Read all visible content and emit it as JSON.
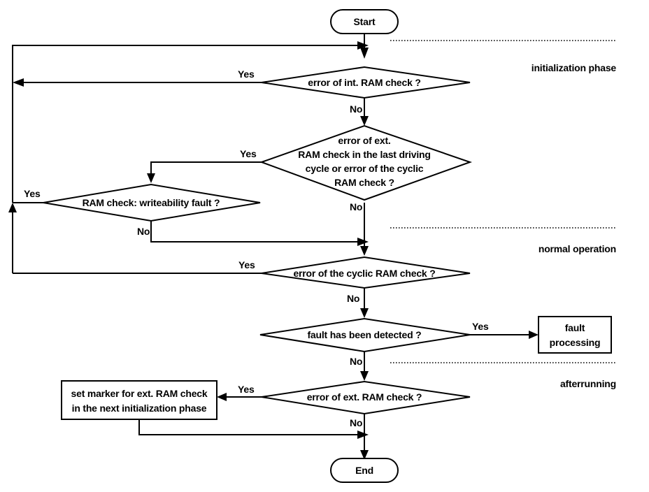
{
  "terminals": {
    "start": "Start",
    "end": "End"
  },
  "phases": {
    "initialization": "initialization phase",
    "normal": "normal operation",
    "afterrunning": "afterrunning"
  },
  "decisions": {
    "int_ram": "error of int. RAM check ?",
    "ext_ram_last": [
      "error of ext.",
      "RAM check in the last driving",
      "cycle or error of the cyclic",
      "RAM check ?"
    ],
    "writeability": "RAM check: writeability fault ?",
    "cyclic": "error of the cyclic RAM check ?",
    "fault_detected": "fault has been detected ?",
    "ext_ram": "error of ext. RAM check ?"
  },
  "processes": {
    "fault_processing": [
      "fault",
      "processing"
    ],
    "set_marker": [
      "set marker for ext. RAM check",
      "in the next  initialization phase"
    ]
  },
  "labels": {
    "yes": "Yes",
    "no": "No"
  }
}
